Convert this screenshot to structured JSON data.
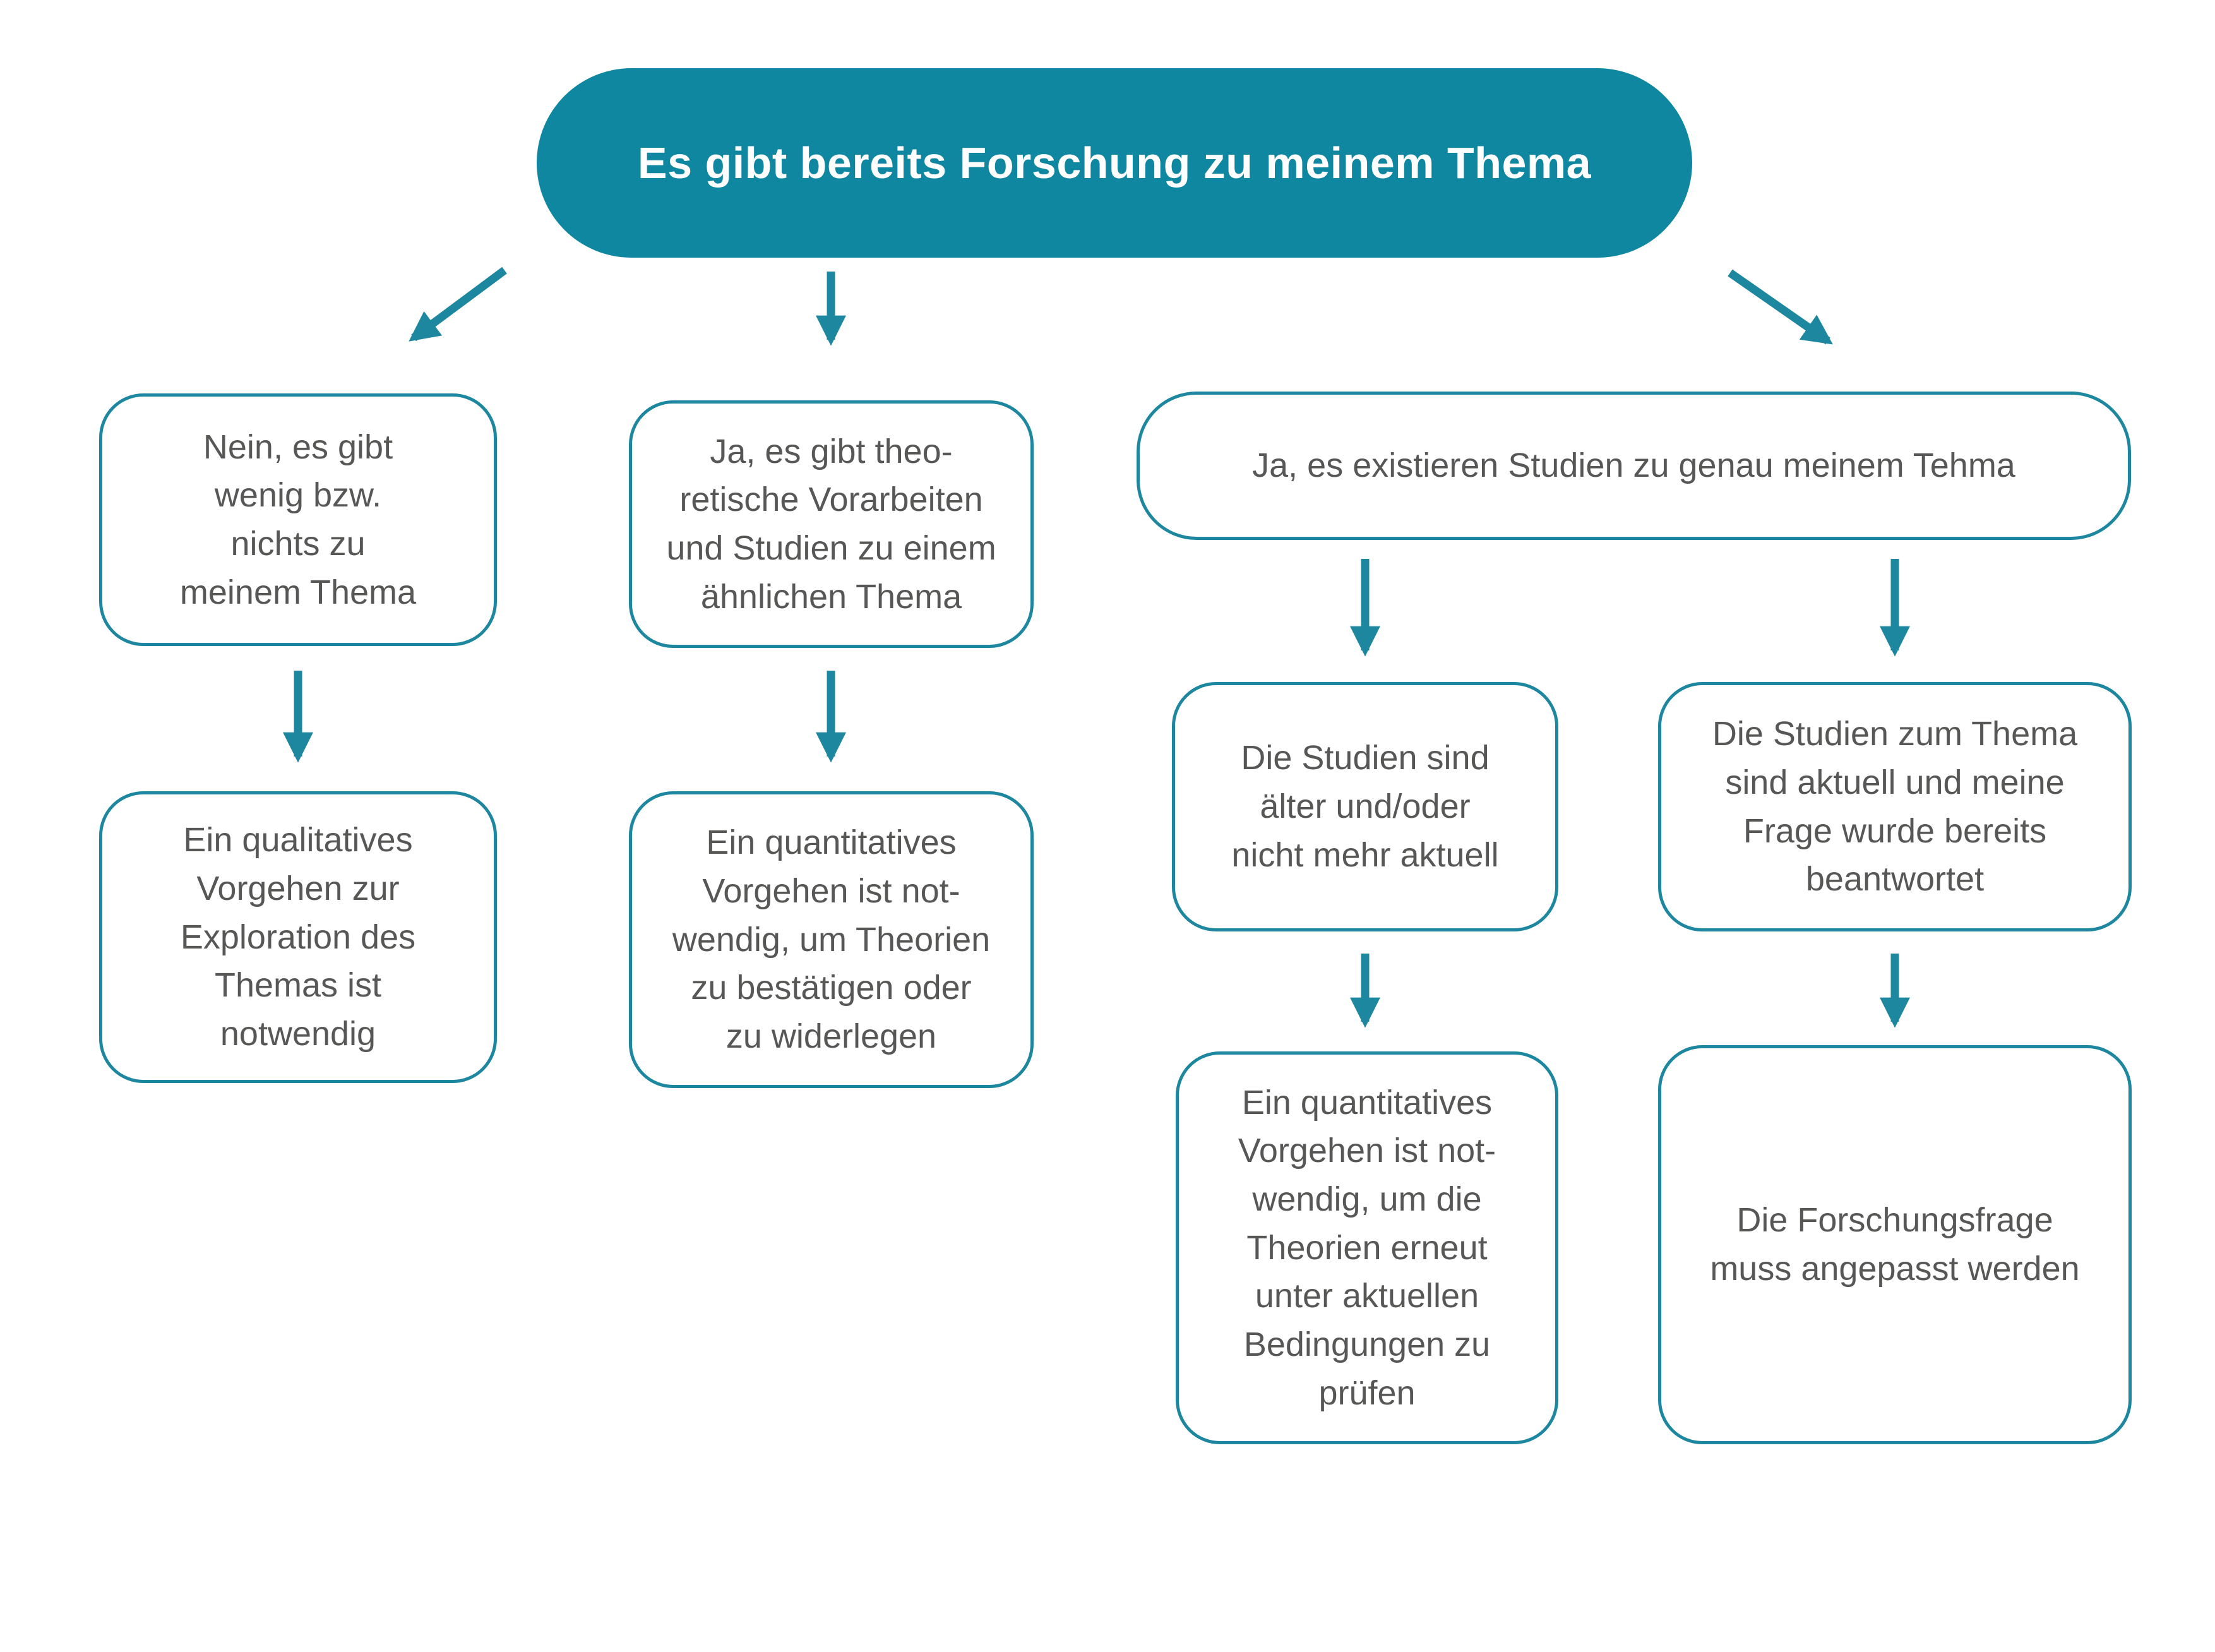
{
  "colors": {
    "teal_fill": "#0f87a1",
    "teal_border": "#1e87a0",
    "text_gray": "#575756"
  },
  "flowchart": {
    "root": {
      "label": "Es gibt bereits Forschung zu meinem Thema"
    },
    "no_research": {
      "label": "Nein, es gibt\nwenig bzw.\nnichts zu\nmeinem Thema"
    },
    "similar_research": {
      "label": "Ja, es gibt theo-\nretische Vorarbeiten\nund Studien zu einem\nähnlichen Thema"
    },
    "exact_studies": {
      "label": "Ja, es existieren Studien zu genau meinem Tehma"
    },
    "qualitative": {
      "label": "Ein qualitatives\nVorgehen zur\nExploration des\nThemas ist\nnotwendig"
    },
    "quant_confirm": {
      "label": "Ein quantitatives\nVorgehen ist not-\nwendig, um Theorien\nzu bestätigen oder\nzu widerlegen"
    },
    "studies_old": {
      "label": "Die Studien sind\nälter und/oder\nnicht mehr aktuell"
    },
    "studies_current": {
      "label": "Die Studien zum Thema\nsind aktuell und meine\nFrage wurde bereits\nbeantwortet"
    },
    "quant_retest": {
      "label": "Ein quantitatives\nVorgehen ist not-\nwendig, um die\nTheorien erneut\nunter aktuellen\nBedingungen zu\nprüfen"
    },
    "adjust_question": {
      "label": "Die Forschungsfrage\nmuss angepasst werden"
    }
  }
}
